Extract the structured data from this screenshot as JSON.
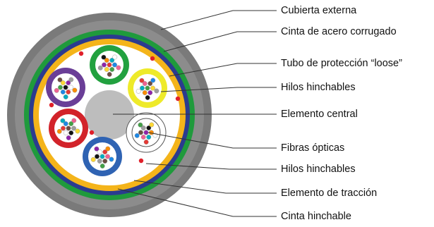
{
  "labels": {
    "outer_jacket": "Cubierta externa",
    "steel_tape": "Cinta de acero corrugado",
    "loose_tube": "Tubo de protección “loose”",
    "swellable_yarns_top": "Hilos hinchables",
    "central_member": "Elemento central",
    "optical_fibers": "Fibras ópticas",
    "swellable_yarns_bottom": "Hilos hinchables",
    "strength_member": "Elemento de tracción",
    "swellable_tape": "Cinta hinchable"
  },
  "colors": {
    "outer_jacket": "#7a7a7a",
    "green_ring": "#1f9a3c",
    "blue_ring": "#2b3b8f",
    "yellow_layer": "#f4b41a",
    "central_member": "#bdbdbd",
    "tube_green": "#22a13f",
    "tube_yellow": "#eeea2a",
    "tube_white": "#ffffff",
    "tube_blue": "#2f63b3",
    "tube_red": "#d2232a",
    "tube_purple": "#6a3e97",
    "yarn_dots": "#e0202a",
    "leader_lines": "#333333"
  },
  "tubes": [
    {
      "name": "tube-top",
      "color": "green"
    },
    {
      "name": "tube-right-upper",
      "color": "yellow"
    },
    {
      "name": "tube-right-lower",
      "color": "white"
    },
    {
      "name": "tube-bottom",
      "color": "blue"
    },
    {
      "name": "tube-left-lower",
      "color": "red"
    },
    {
      "name": "tube-left-upper",
      "color": "purple"
    }
  ]
}
